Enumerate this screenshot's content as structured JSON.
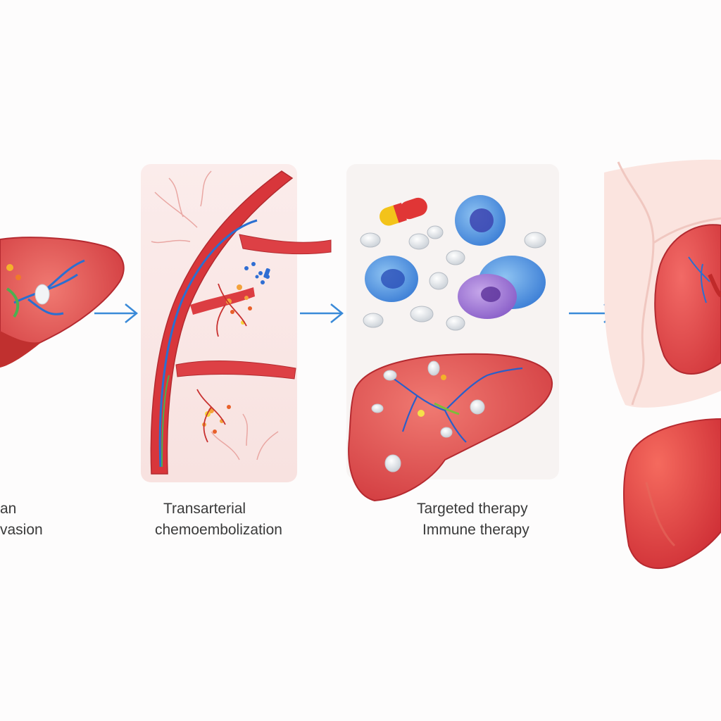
{
  "steps": [
    {
      "line1": "an",
      "line2": "vasion"
    },
    {
      "line1": "Transarterial",
      "line2": "chemoembolization"
    },
    {
      "line1": "Targeted therapy",
      "line2": "Immune therapy"
    }
  ],
  "arrow_count": 3,
  "colors": {
    "liver": "#e04a4c",
    "liver_dark": "#b8282e",
    "vessel_blue": "#2a6fd1",
    "arrow": "#3a8ad8",
    "panel_bg": "#fbeeed"
  }
}
